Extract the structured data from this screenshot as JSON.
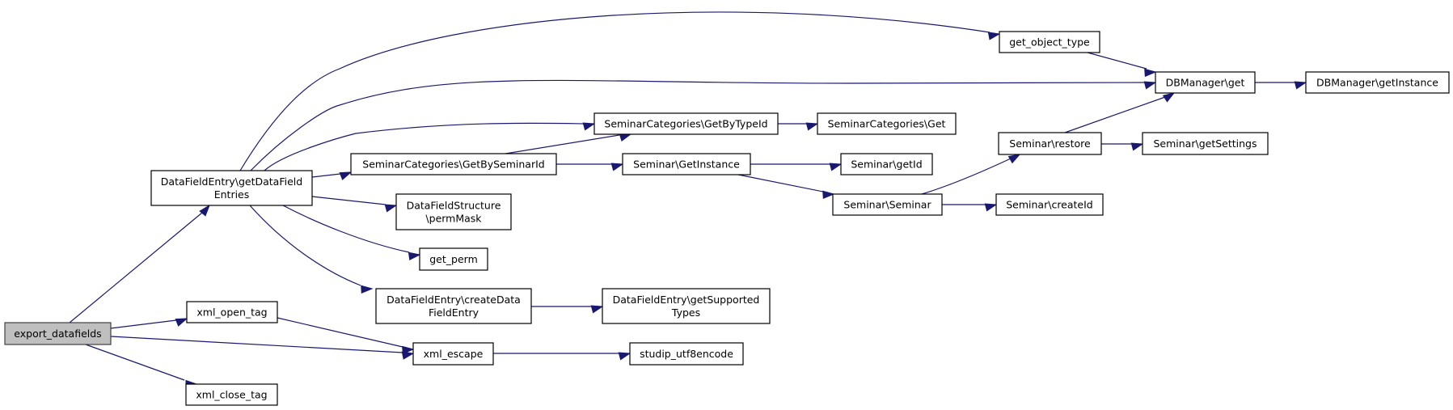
{
  "diagram": {
    "type": "call-graph",
    "root": "export_datafields",
    "colors": {
      "edge": "#191970",
      "node_border": "#000000",
      "node_fill": "#ffffff",
      "root_fill": "#bfbfbf"
    },
    "nodes": [
      {
        "id": "export_datafields",
        "lines": [
          "export_datafields"
        ],
        "root": true
      },
      {
        "id": "getDataFieldEntries",
        "lines": [
          "DataFieldEntry\\getDataField",
          "Entries"
        ]
      },
      {
        "id": "xml_open_tag",
        "lines": [
          "xml_open_tag"
        ]
      },
      {
        "id": "xml_close_tag",
        "lines": [
          "xml_close_tag"
        ]
      },
      {
        "id": "xml_escape",
        "lines": [
          "xml_escape"
        ]
      },
      {
        "id": "studip_utf8encode",
        "lines": [
          "studip_utf8encode"
        ]
      },
      {
        "id": "get_object_type",
        "lines": [
          "get_object_type"
        ]
      },
      {
        "id": "DBManager_get",
        "lines": [
          "DBManager\\get"
        ]
      },
      {
        "id": "DBManager_getInstance",
        "lines": [
          "DBManager\\getInstance"
        ]
      },
      {
        "id": "GetByTypeId",
        "lines": [
          "SeminarCategories\\GetByTypeId"
        ]
      },
      {
        "id": "SeminarCategories_Get",
        "lines": [
          "SeminarCategories\\Get"
        ]
      },
      {
        "id": "GetBySeminarId",
        "lines": [
          "SeminarCategories\\GetBySeminarId"
        ]
      },
      {
        "id": "Seminar_GetInstance",
        "lines": [
          "Seminar\\GetInstance"
        ]
      },
      {
        "id": "Seminar_getId",
        "lines": [
          "Seminar\\getId"
        ]
      },
      {
        "id": "Seminar_Seminar",
        "lines": [
          "Seminar\\Seminar"
        ]
      },
      {
        "id": "Seminar_restore",
        "lines": [
          "Seminar\\restore"
        ]
      },
      {
        "id": "Seminar_getSettings",
        "lines": [
          "Seminar\\getSettings"
        ]
      },
      {
        "id": "Seminar_createId",
        "lines": [
          "Seminar\\createId"
        ]
      },
      {
        "id": "permMask",
        "lines": [
          "DataFieldStructure",
          "\\permMask"
        ]
      },
      {
        "id": "get_perm",
        "lines": [
          "get_perm"
        ]
      },
      {
        "id": "createDataFieldEntry",
        "lines": [
          "DataFieldEntry\\createData",
          "FieldEntry"
        ]
      },
      {
        "id": "getSupportedTypes",
        "lines": [
          "DataFieldEntry\\getSupported",
          "Types"
        ]
      }
    ],
    "edges": [
      {
        "from": "export_datafields",
        "to": "getDataFieldEntries"
      },
      {
        "from": "export_datafields",
        "to": "xml_open_tag"
      },
      {
        "from": "export_datafields",
        "to": "xml_escape"
      },
      {
        "from": "export_datafields",
        "to": "xml_close_tag"
      },
      {
        "from": "getDataFieldEntries",
        "to": "get_object_type"
      },
      {
        "from": "getDataFieldEntries",
        "to": "DBManager_get"
      },
      {
        "from": "getDataFieldEntries",
        "to": "GetByTypeId"
      },
      {
        "from": "getDataFieldEntries",
        "to": "GetBySeminarId"
      },
      {
        "from": "getDataFieldEntries",
        "to": "permMask"
      },
      {
        "from": "getDataFieldEntries",
        "to": "get_perm"
      },
      {
        "from": "getDataFieldEntries",
        "to": "createDataFieldEntry"
      },
      {
        "from": "get_object_type",
        "to": "DBManager_get"
      },
      {
        "from": "DBManager_get",
        "to": "DBManager_getInstance"
      },
      {
        "from": "GetByTypeId",
        "to": "SeminarCategories_Get"
      },
      {
        "from": "GetBySeminarId",
        "to": "GetByTypeId"
      },
      {
        "from": "GetBySeminarId",
        "to": "Seminar_GetInstance"
      },
      {
        "from": "Seminar_GetInstance",
        "to": "Seminar_getId"
      },
      {
        "from": "Seminar_GetInstance",
        "to": "Seminar_Seminar"
      },
      {
        "from": "Seminar_Seminar",
        "to": "Seminar_restore"
      },
      {
        "from": "Seminar_Seminar",
        "to": "Seminar_createId"
      },
      {
        "from": "Seminar_restore",
        "to": "DBManager_get"
      },
      {
        "from": "Seminar_restore",
        "to": "Seminar_getSettings"
      },
      {
        "from": "createDataFieldEntry",
        "to": "getSupportedTypes"
      },
      {
        "from": "xml_open_tag",
        "to": "xml_escape"
      },
      {
        "from": "xml_escape",
        "to": "studip_utf8encode"
      }
    ]
  }
}
